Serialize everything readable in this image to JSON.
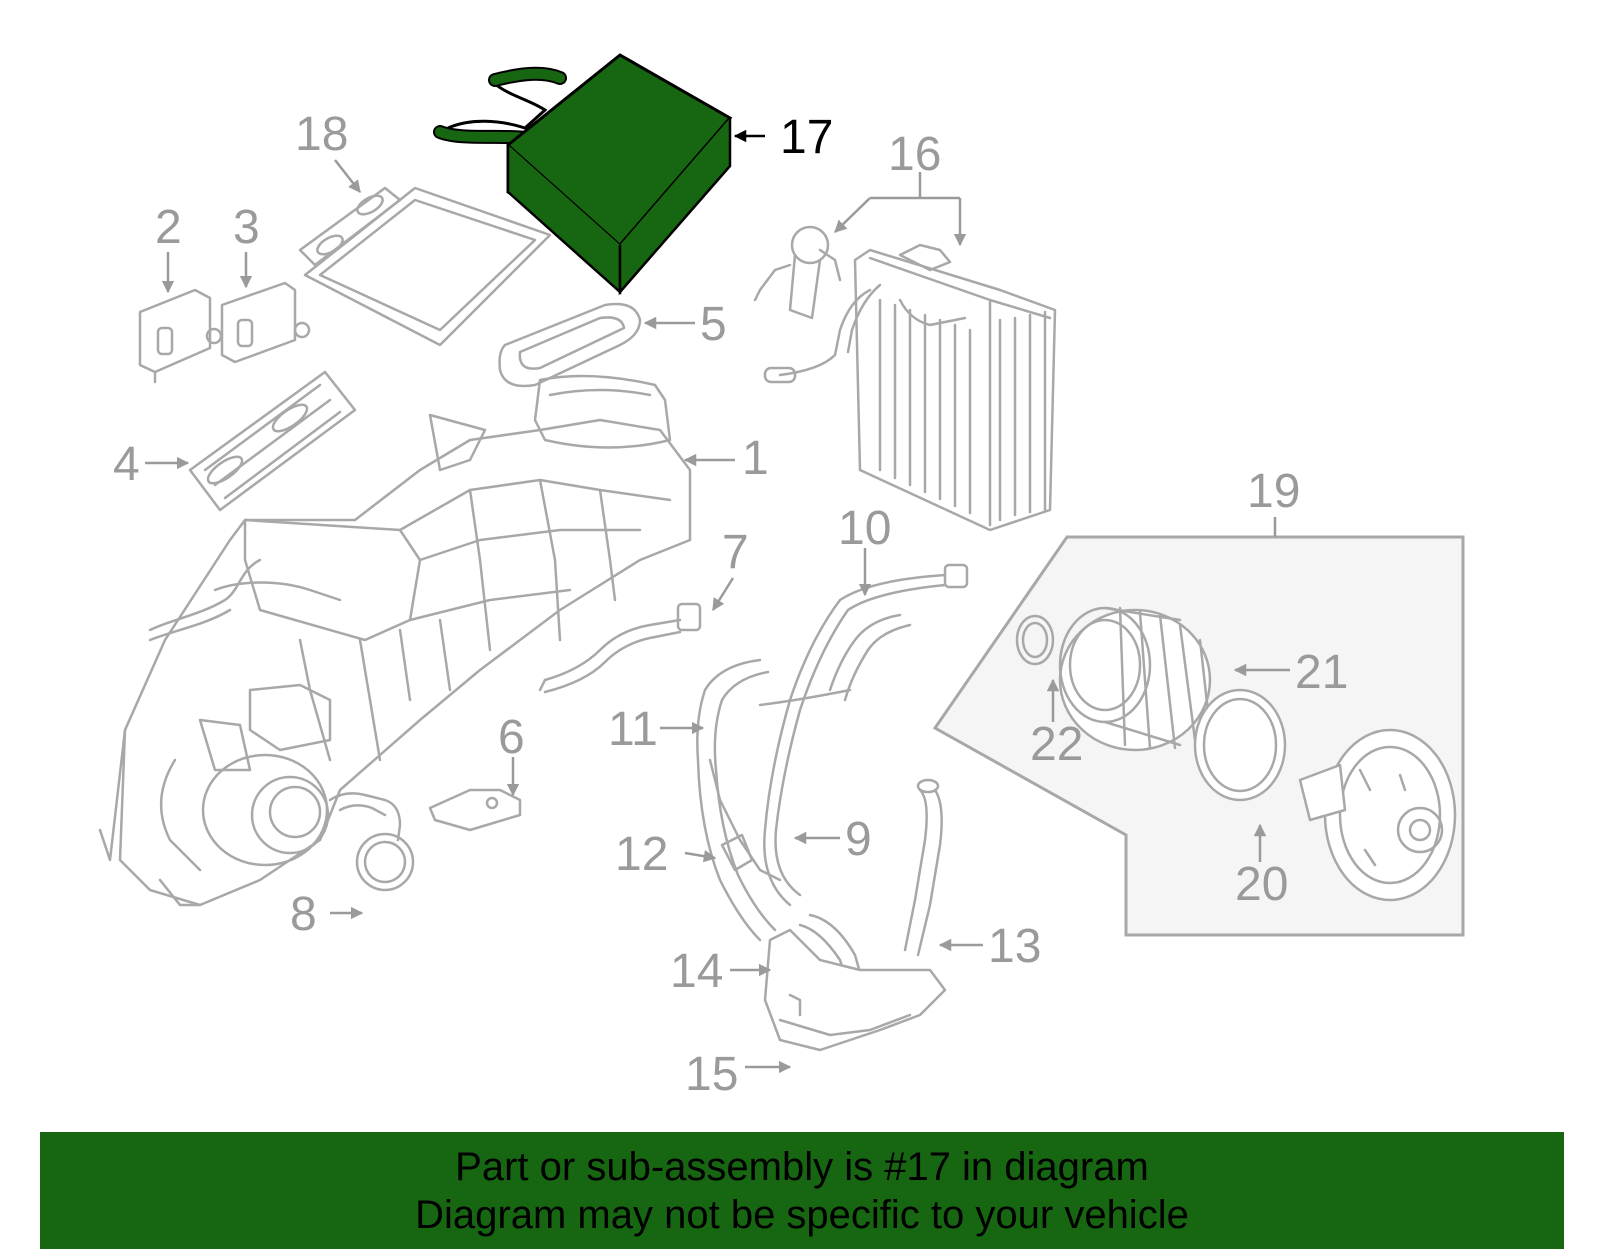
{
  "callouts": [
    {
      "label": "1"
    },
    {
      "label": "2"
    },
    {
      "label": "3"
    },
    {
      "label": "4"
    },
    {
      "label": "5"
    },
    {
      "label": "6"
    },
    {
      "label": "7"
    },
    {
      "label": "8"
    },
    {
      "label": "9"
    },
    {
      "label": "10"
    },
    {
      "label": "11"
    },
    {
      "label": "12"
    },
    {
      "label": "13"
    },
    {
      "label": "14"
    },
    {
      "label": "15"
    },
    {
      "label": "16"
    },
    {
      "label": "17"
    },
    {
      "label": "18"
    },
    {
      "label": "19"
    },
    {
      "label": "20"
    },
    {
      "label": "21"
    },
    {
      "label": "22"
    }
  ],
  "highlighted_part": "17",
  "colors": {
    "highlight": "#176611",
    "part_line": "#a8a8a8",
    "label": "#9a9a9a",
    "active_label": "#000000",
    "banner": "#176611"
  },
  "banner": {
    "line1": "Part or sub-assembly is #17 in diagram",
    "line2": "Diagram may not be specific to your vehicle"
  }
}
